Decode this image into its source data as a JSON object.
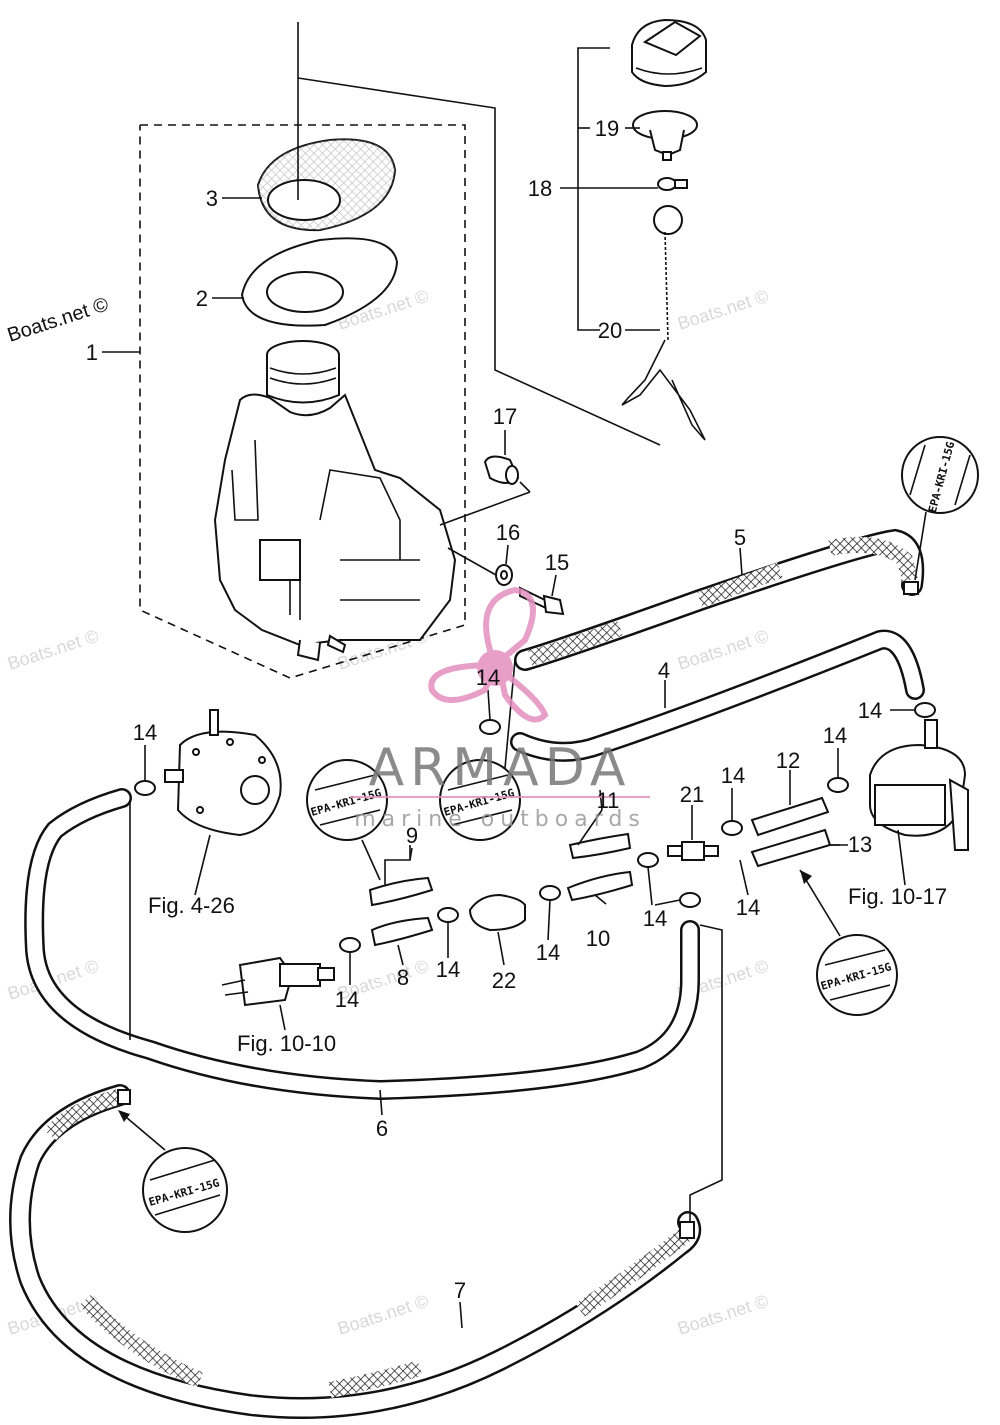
{
  "watermark": {
    "site_text": "Boats.net ©",
    "brand_name": "ARMADA",
    "brand_tagline": "marine outboards"
  },
  "callouts": [
    "1",
    "2",
    "3",
    "4",
    "5",
    "6",
    "7",
    "8",
    "9",
    "10",
    "11",
    "12",
    "13",
    "14",
    "15",
    "16",
    "17",
    "18",
    "19",
    "20",
    "21",
    "22"
  ],
  "figure_refs": {
    "fig_4_26": "Fig. 4-26",
    "fig_10_10": "Fig. 10-10",
    "fig_10_17": "Fig. 10-17"
  },
  "epa_tag": "EPA-KRI-15G",
  "colors": {
    "line": "#111111",
    "watermark_grey": "#d8d8d8",
    "brand_pink": "#e38fbf"
  }
}
